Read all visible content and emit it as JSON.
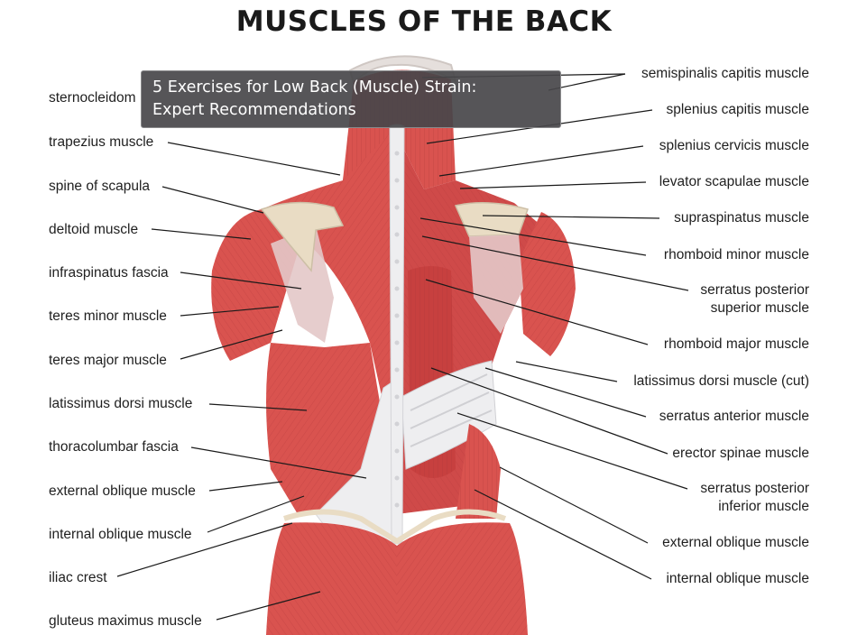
{
  "title": "MUSCLES OF THE BACK",
  "tooltip": {
    "line1": "5 Exercises for Low Back (Muscle) Strain:",
    "line2": "Expert Recommendations"
  },
  "labels_left": [
    "sternocleidom",
    "trapezius muscle",
    "spine of scapula",
    "deltoid muscle",
    "infraspinatus fascia",
    "teres minor muscle",
    "teres major muscle",
    "latissimus dorsi muscle",
    "thoracolumbar fascia",
    "external oblique muscle",
    "internal oblique muscle",
    "iliac crest",
    "gluteus maximus muscle"
  ],
  "labels_right": [
    "semispinalis capitis muscle",
    "splenius capitis muscle",
    "splenius cervicis muscle",
    "levator scapulae muscle",
    "supraspinatus muscle",
    "rhomboid minor muscle",
    "serratus posterior",
    "superior muscle",
    "rhomboid major muscle",
    "latissimus dorsi muscle (cut)",
    "serratus anterior muscle",
    "erector spinae muscle",
    "serratus posterior",
    "inferior muscle",
    "external oblique muscle",
    "internal oblique muscle"
  ],
  "colors": {
    "muscle": "#d9534f",
    "muscle_dark": "#b9373a",
    "fascia": "#eeeef0",
    "bone": "#e9dcc4",
    "leader_line": "#1a1a1a"
  }
}
